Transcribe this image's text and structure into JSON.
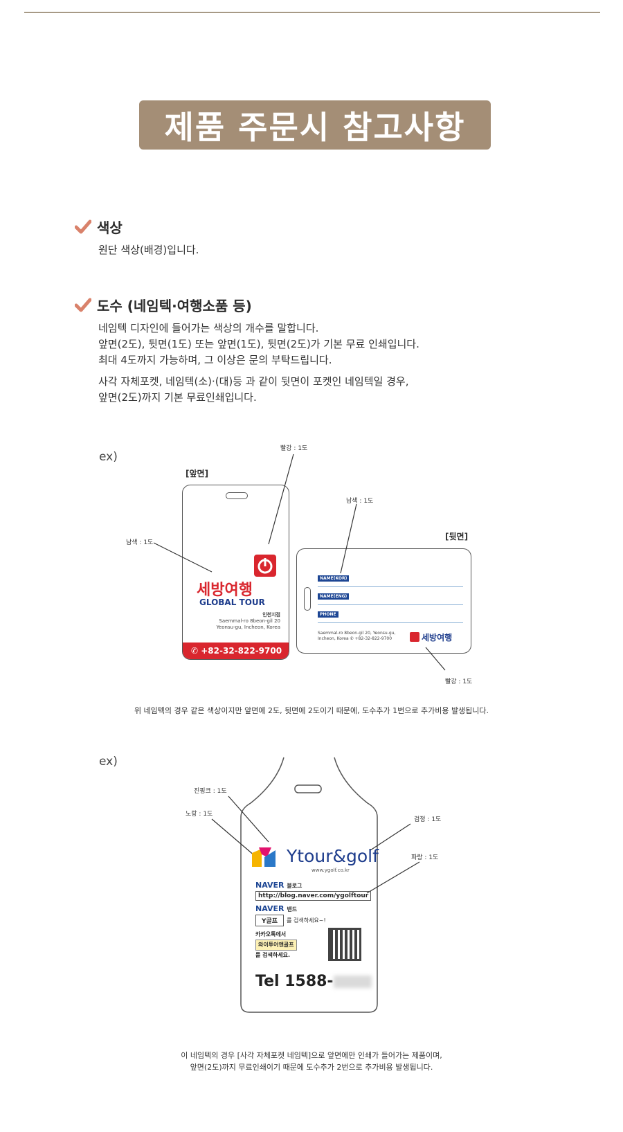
{
  "title": "제품 주문시 참고사항",
  "colors": {
    "banner": "#a48e76",
    "check": "#d9826b",
    "red": "#d9262e",
    "navy": "#1d3c8c",
    "accent_blue": "#1d4694"
  },
  "sections": [
    {
      "heading": "색상",
      "lines": [
        "원단 색상(배경)입니다."
      ]
    },
    {
      "heading": "도수 (네임텍·여행소품 등)",
      "lines": [
        "네임텍 디자인에 들어가는 색상의 개수를 말합니다.",
        "앞면(2도), 뒷면(1도) 또는 앞면(1도), 뒷면(2도)가 기본 무료 인쇄입니다.",
        "최대 4도까지 가능하며, 그 이상은 문의 부탁드립니다.",
        "사각 자체포켓, 네임텍(소)·(대)등 과 같이 뒷면이 포켓인 네임텍일 경우,",
        "앞면(2도)까지 기본 무료인쇄입니다."
      ]
    }
  ],
  "example1": {
    "ex_label": "ex)",
    "front_label": "[앞면]",
    "back_label": "[뒷면]",
    "annotations": {
      "red_front": "빨강 : 1도",
      "navy_front": "남색 : 1도",
      "navy_back": "남색 : 1도",
      "red_back": "빨강 : 1도"
    },
    "front": {
      "logo": "세방여행",
      "logo_sub": "GLOBAL TOUR",
      "branch": "인천지점",
      "addr1": "Saemmal-ro 8beon-gil 20",
      "addr2": "Yeonsu-gu, Incheon, Korea",
      "phone": "+82-32-822-9700"
    },
    "back": {
      "fields": [
        "NAME(KOR)",
        "NAME(ENG)",
        "PHONE"
      ],
      "addr1": "Saemmal-ro 8beon-gil 20, Yeonsu-gu,",
      "addr2": "Incheon, Korea",
      "phone": "+82-32-822-9700",
      "logo": "세방여행"
    },
    "caption": "위 네임텍의 경우 같은 색상이지만 앞면에 2도, 뒷면에 2도이기 때문에, 도수추가 1번으로 추가비용 발생됩니다."
  },
  "example2": {
    "ex_label": "ex)",
    "annotations": {
      "pink": "진핑크 : 1도",
      "yellow": "노랑 : 1도",
      "black": "검정 : 1도",
      "blue": "파랑 : 1도"
    },
    "logo_text": "Ytour&golf",
    "logo_url": "www.ygolf.co.kr",
    "naver1": "NAVER",
    "naver1_sub": "블로그",
    "blog_url": "http://blog.naver.com/ygolftour",
    "naver2": "NAVER",
    "naver2_sub": "밴드",
    "band_box": "Y골프",
    "band_text": "를 검색하세요~!",
    "kakao1": "카카오톡에서",
    "kakao_box": "와이투어앤골프",
    "kakao2": "를 검색하세요.",
    "tel": "Tel 1588-",
    "caption1": "이 네임텍의 경우 [사각 자체포켓 네임텍]으로 앞면에만 인쇄가 들어가는 제품이며,",
    "caption2": "앞면(2도)까지 무료인쇄이기 때문에 도수추가 2번으로 추가비용 발생됩니다."
  }
}
